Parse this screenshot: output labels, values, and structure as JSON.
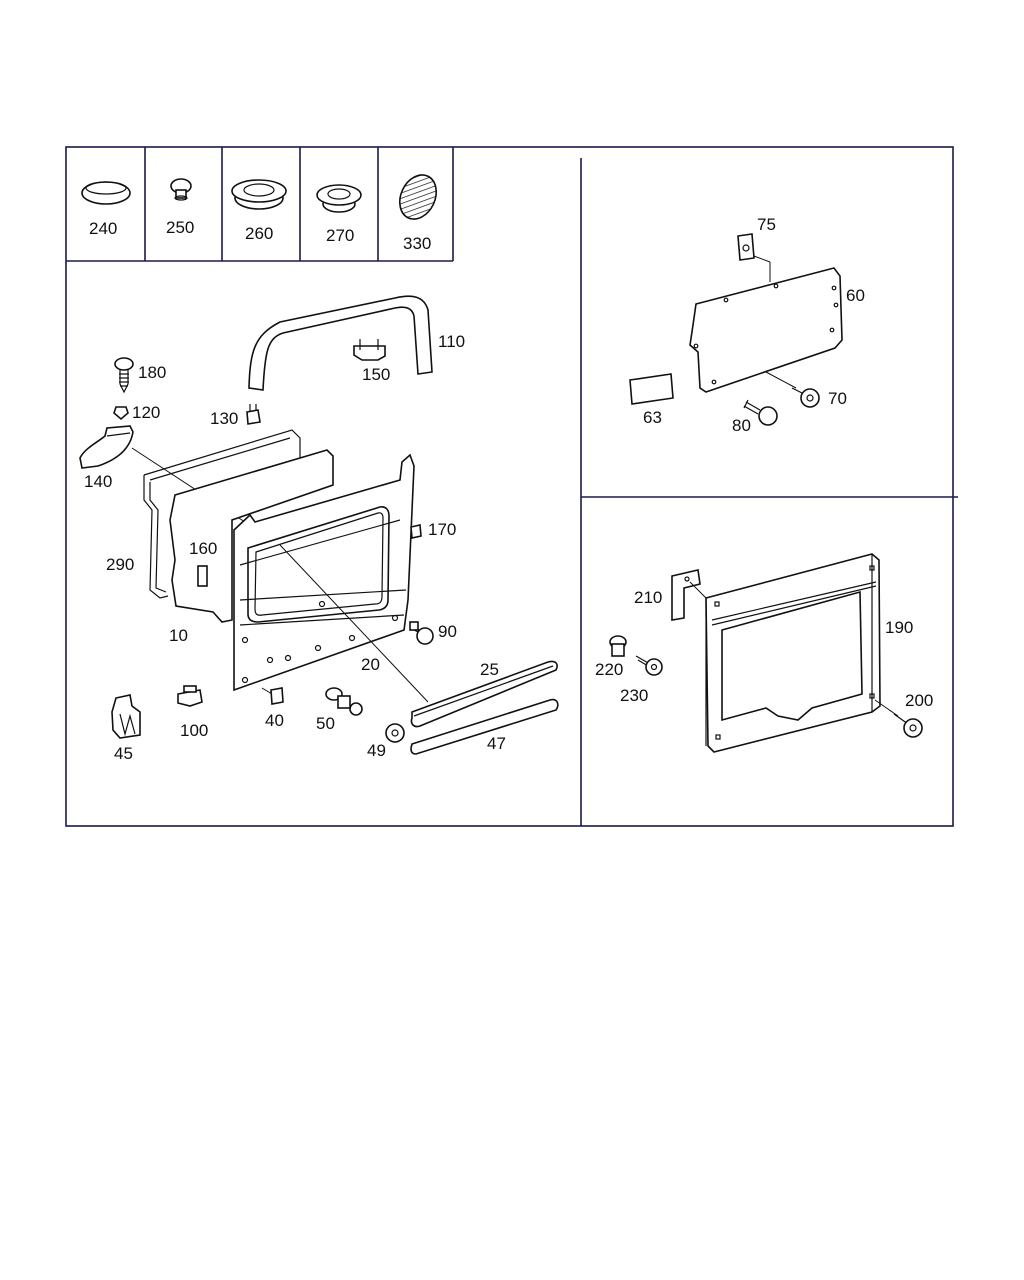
{
  "colors": {
    "frame": "#1a1a4a",
    "line": "#111111",
    "background": "#ffffff"
  },
  "legend_cells": [
    {
      "label": "240",
      "icon": "oval-plug-icon"
    },
    {
      "label": "250",
      "icon": "mushroom-plug-icon"
    },
    {
      "label": "260",
      "icon": "large-grommet-icon"
    },
    {
      "label": "270",
      "icon": "small-grommet-icon"
    },
    {
      "label": "330",
      "icon": "hatched-oval-pad-icon"
    }
  ],
  "callouts": {
    "p10": "10",
    "p20": "20",
    "p25": "25",
    "p40": "40",
    "p45": "45",
    "p47": "47",
    "p49": "49",
    "p50": "50",
    "p90": "90",
    "p100": "100",
    "p110": "110",
    "p120": "120",
    "p130": "130",
    "p140": "140",
    "p150": "150",
    "p160": "160",
    "p170": "170",
    "p180": "180",
    "p290": "290",
    "p60": "60",
    "p63": "63",
    "p70": "70",
    "p75": "75",
    "p80": "80",
    "p190": "190",
    "p200": "200",
    "p210": "210",
    "p220": "220",
    "p230": "230"
  }
}
